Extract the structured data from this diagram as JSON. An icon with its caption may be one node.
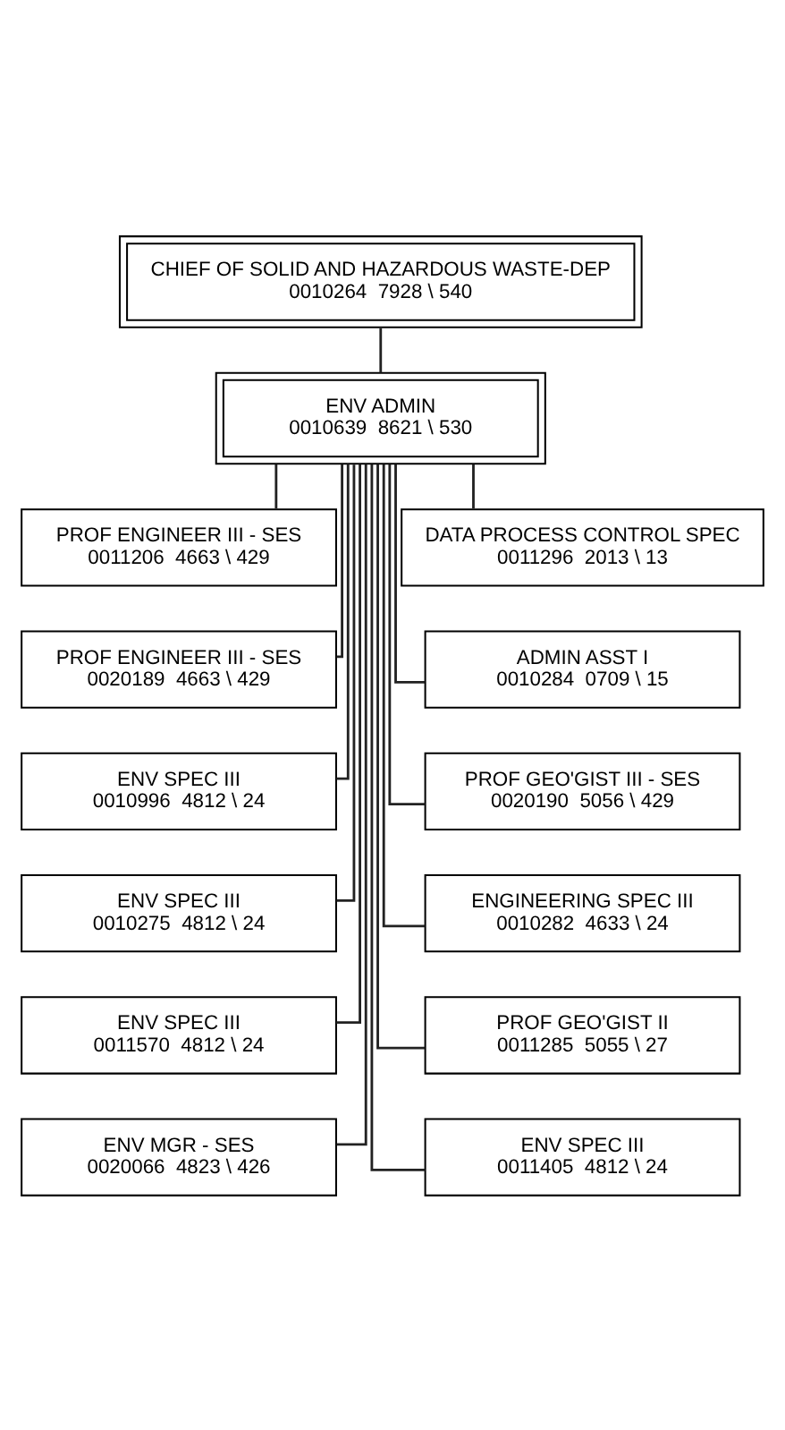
{
  "diagram": {
    "nodes": [
      {
        "text": [
          "CHIEF OF SOLID AND HAZARDOUS WASTE-DEP",
          "0010264  7928 \\ 540"
        ]
      },
      {
        "text": [
          "ENV ADMIN",
          "0010639  8621 \\ 530"
        ]
      },
      {
        "text": [
          "PROF ENGINEER III - SES",
          "0011206  4663 \\ 429"
        ]
      },
      {
        "text": [
          "DATA PROCESS CONTROL SPEC",
          "0011296  2013 \\ 13"
        ]
      },
      {
        "text": [
          "PROF ENGINEER III - SES",
          "0020189  4663 \\ 429"
        ]
      },
      {
        "text": [
          "ADMIN ASST I",
          "0010284  0709 \\ 15"
        ]
      },
      {
        "text": [
          "ENV SPEC III",
          "0010996  4812 \\ 24"
        ]
      },
      {
        "text": [
          "PROF GEO'GIST III - SES",
          "0020190  5056 \\ 429"
        ]
      },
      {
        "text": [
          "ENV SPEC III",
          "0010275  4812 \\ 24"
        ]
      },
      {
        "text": [
          "ENGINEERING SPEC III",
          "0010282  4633 \\ 24"
        ]
      },
      {
        "text": [
          "ENV SPEC III",
          "0011570  4812 \\ 24"
        ]
      },
      {
        "text": [
          "PROF GEO'GIST II",
          "0011285  5055 \\ 27"
        ]
      },
      {
        "text": [
          "ENV MGR - SES",
          "0020066  4823 \\ 426"
        ]
      },
      {
        "text": [
          "ENV SPEC III",
          "0011405  4812 \\ 24"
        ]
      }
    ],
    "edges": [
      {
        "from": 0,
        "to": 1,
        "arrow": "none"
      },
      {
        "from": 1,
        "to": 2,
        "arrow": "none"
      },
      {
        "from": 1,
        "to": 3,
        "arrow": "none"
      },
      {
        "from": 1,
        "to": 4,
        "arrow": "none"
      },
      {
        "from": 1,
        "to": 5,
        "arrow": "none"
      },
      {
        "from": 1,
        "to": 6,
        "arrow": "none"
      },
      {
        "from": 1,
        "to": 7,
        "arrow": "none"
      },
      {
        "from": 1,
        "to": 8,
        "arrow": "none"
      },
      {
        "from": 1,
        "to": 9,
        "arrow": "none"
      },
      {
        "from": 1,
        "to": 10,
        "arrow": "none"
      },
      {
        "from": 1,
        "to": 11,
        "arrow": "none"
      },
      {
        "from": 1,
        "to": 12,
        "arrow": "none"
      },
      {
        "from": 1,
        "to": 13,
        "arrow": "none"
      }
    ]
  }
}
